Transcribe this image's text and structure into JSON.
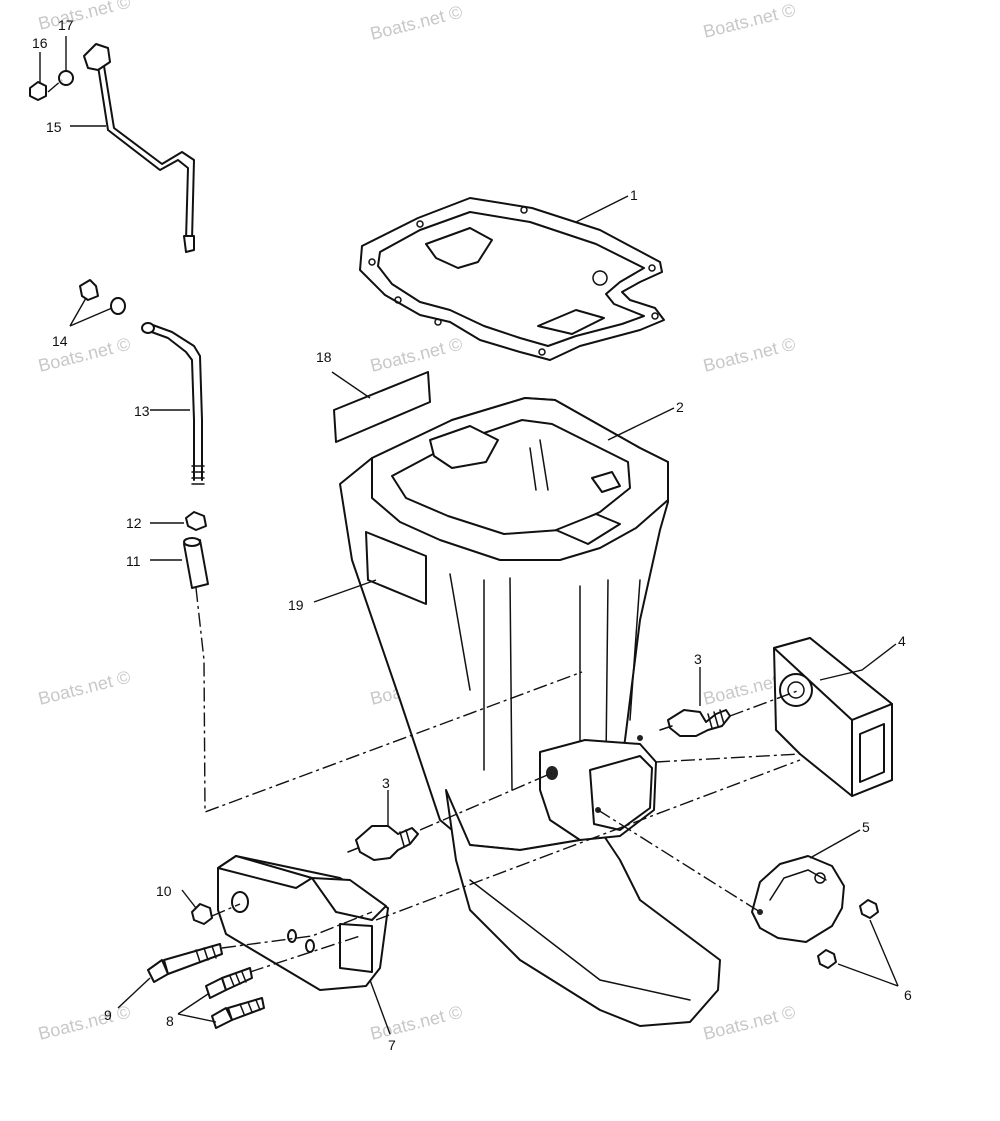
{
  "watermark": "Boats.net ©",
  "callouts": {
    "c1": "1",
    "c2": "2",
    "c3a": "3",
    "c3b": "3",
    "c4": "4",
    "c5": "5",
    "c6": "6",
    "c7": "7",
    "c8": "8",
    "c9": "9",
    "c10": "10",
    "c11": "11",
    "c12": "12",
    "c13": "13",
    "c14": "14",
    "c15": "15",
    "c16": "16",
    "c17": "17",
    "c18": "18",
    "c19": "19"
  },
  "colors": {
    "line": "#111111",
    "watermark": "#c8c8c8",
    "background": "#ffffff"
  }
}
